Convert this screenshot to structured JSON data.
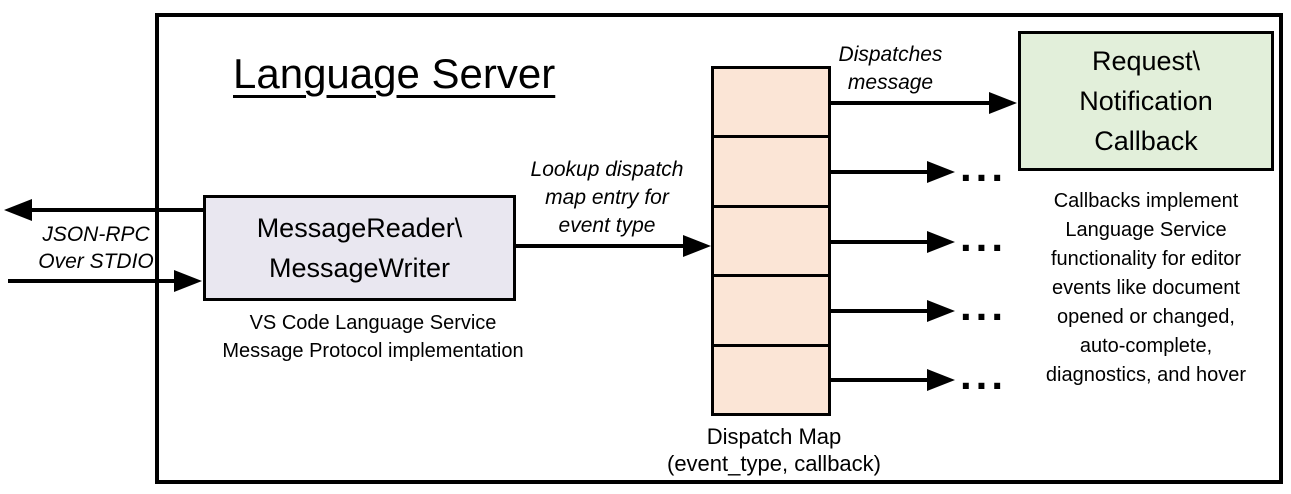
{
  "diagram": {
    "title": "Language Server"
  },
  "left_io": {
    "label": "JSON-RPC\nOver STDIO"
  },
  "message_box": {
    "label": "MessageReader\\\nMessageWriter",
    "caption": "VS Code Language Service\nMessage Protocol implementation",
    "fill_color": "#E9E7F0"
  },
  "lookup_arrow": {
    "label": "Lookup dispatch\nmap entry for\nevent type"
  },
  "dispatch_map": {
    "caption": "Dispatch Map\n(event_type, callback)",
    "cell_count": 5,
    "fill_color": "#FBE5D6"
  },
  "dispatch_arrow": {
    "label": "Dispatches\nmessage"
  },
  "callback_box": {
    "label": "Request\\\nNotification\nCallback",
    "fill_color": "#E2EFDA"
  },
  "callbacks_note": "Callbacks implement\nLanguage Service\nfunctionality for editor\nevents like document\nopened or changed,\nauto-complete,\ndiagnostics, and hover",
  "ellipsis": "...",
  "colors": {
    "line": "#000000",
    "background": "#FFFFFF"
  }
}
